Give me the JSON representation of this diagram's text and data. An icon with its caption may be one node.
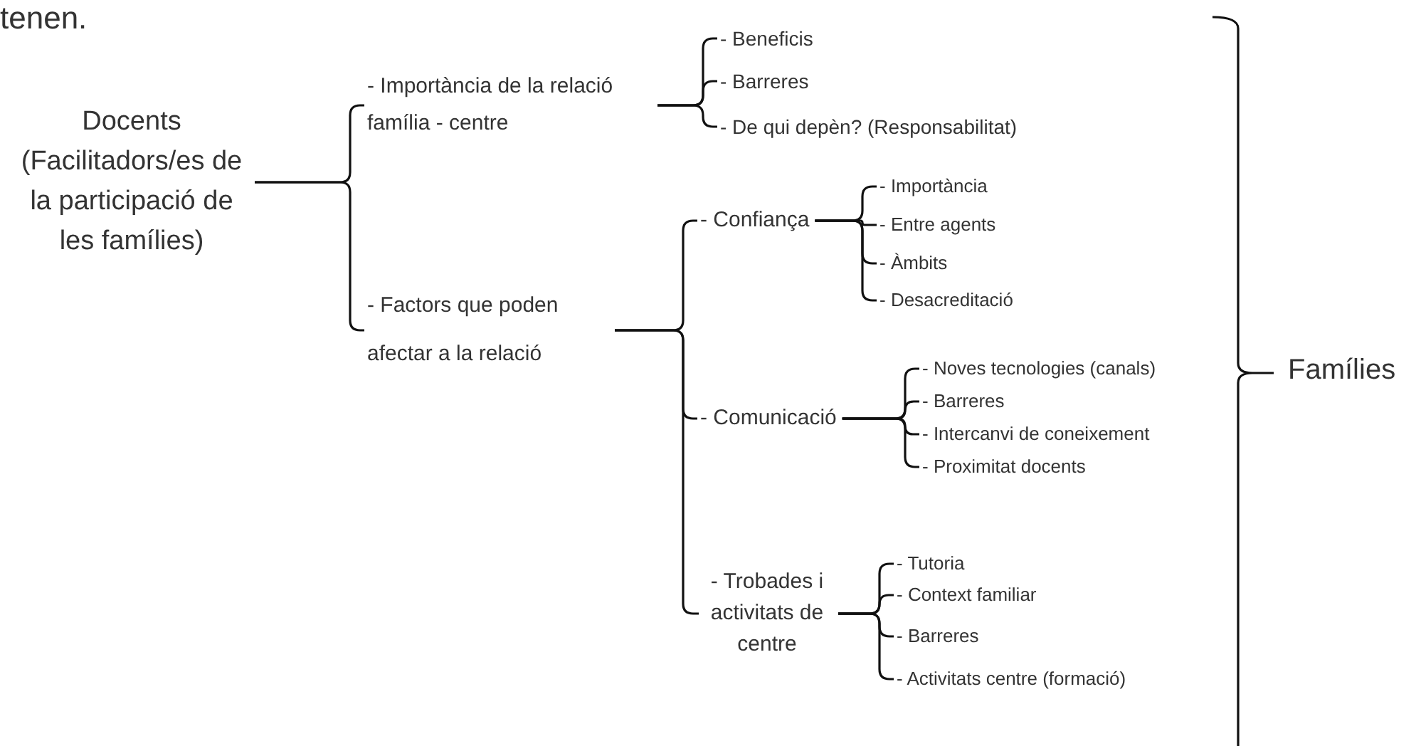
{
  "diagram": {
    "nodes": [
      {
        "text": [
          "Docents (Facilitadors/es de la participació de les famílies)"
        ]
      },
      {
        "text": [
          "- Importància de la relació família - centre"
        ]
      },
      {
        "text": [
          "- Factors que poden afectar a la relació"
        ]
      },
      {
        "text": [
          "- Beneficis"
        ]
      },
      {
        "text": [
          "- Barreres"
        ]
      },
      {
        "text": [
          "- De qui depèn? (Responsabilitat)"
        ]
      },
      {
        "text": [
          "- Confiança"
        ]
      },
      {
        "text": [
          "- Comunicació"
        ]
      },
      {
        "text": [
          "- Trobades i activitats de centre"
        ]
      },
      {
        "text": [
          "- Importància"
        ]
      },
      {
        "text": [
          "- Entre agents"
        ]
      },
      {
        "text": [
          "- Àmbits"
        ]
      },
      {
        "text": [
          "- Desacreditació"
        ]
      },
      {
        "text": [
          "- Noves tecnologies (canals)"
        ]
      },
      {
        "text": [
          "- Barreres"
        ]
      },
      {
        "text": [
          "- Intercanvi de coneixement"
        ]
      },
      {
        "text": [
          "- Proximitat docents"
        ]
      },
      {
        "text": [
          "- Tutoria"
        ]
      },
      {
        "text": [
          "- Context familiar"
        ]
      },
      {
        "text": [
          "- Barreres"
        ]
      },
      {
        "text": [
          "- Activitats centre (formació)"
        ]
      }
    ],
    "edges": [
      {
        "from": 0,
        "to": 1,
        "arrow": "none"
      },
      {
        "from": 0,
        "to": 2,
        "arrow": "none"
      },
      {
        "from": 1,
        "to": 3,
        "arrow": "none"
      },
      {
        "from": 1,
        "to": 4,
        "arrow": "none"
      },
      {
        "from": 1,
        "to": 5,
        "arrow": "none"
      },
      {
        "from": 2,
        "to": 6,
        "arrow": "none"
      },
      {
        "from": 2,
        "to": 7,
        "arrow": "none"
      },
      {
        "from": 2,
        "to": 8,
        "arrow": "none"
      },
      {
        "from": 6,
        "to": 9,
        "arrow": "none"
      },
      {
        "from": 6,
        "to": 10,
        "arrow": "none"
      },
      {
        "from": 6,
        "to": 11,
        "arrow": "none"
      },
      {
        "from": 6,
        "to": 12,
        "arrow": "none"
      },
      {
        "from": 7,
        "to": 13,
        "arrow": "none"
      },
      {
        "from": 7,
        "to": 14,
        "arrow": "none"
      },
      {
        "from": 7,
        "to": 15,
        "arrow": "none"
      },
      {
        "from": 7,
        "to": 16,
        "arrow": "none"
      },
      {
        "from": 8,
        "to": 17,
        "arrow": "none"
      },
      {
        "from": 8,
        "to": 18,
        "arrow": "none"
      },
      {
        "from": 8,
        "to": 19,
        "arrow": "none"
      },
      {
        "from": 8,
        "to": 20,
        "arrow": "none"
      }
    ],
    "labels": [
      "tenen.",
      "Famílies"
    ]
  }
}
